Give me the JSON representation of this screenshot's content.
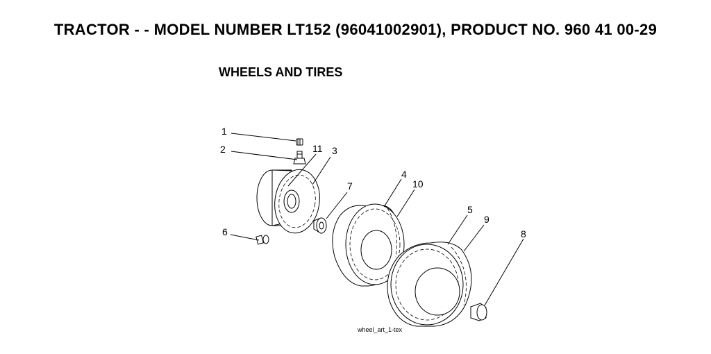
{
  "header": {
    "title": "TRACTOR - - MODEL NUMBER LT152 (96041002901), PRODUCT NO. 960 41 00-29",
    "section": "WHEELS AND TIRES"
  },
  "diagram": {
    "callouts": [
      "1",
      "2",
      "11",
      "3",
      "7",
      "4",
      "10",
      "5",
      "9",
      "8",
      "6"
    ],
    "figure_id": "wheel_art_1-tex"
  }
}
